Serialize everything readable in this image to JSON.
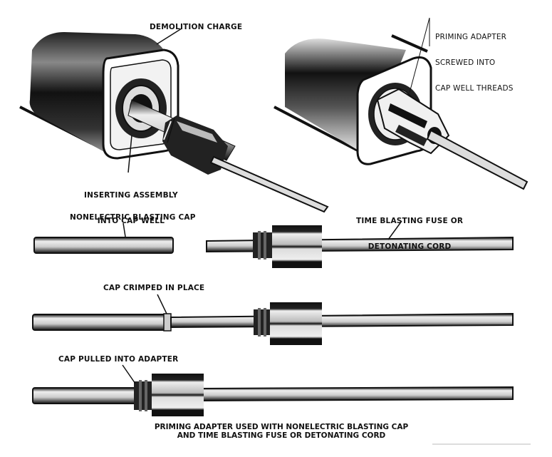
{
  "figure": {
    "labels": {
      "demolition_charge": "DEMOLITION CHARGE",
      "inserting_assembly": [
        "INSERTING ASSEMBLY",
        "INTO CAP WELL"
      ],
      "priming_adapter_screwed": [
        "PRIMING ADAPTER",
        "SCREWED INTO",
        "CAP WELL THREADS"
      ],
      "time_fuse": [
        "TIME BLASTING FUSE OR",
        "DETONATING CORD"
      ],
      "nonelectric_cap": "NONELECTRIC BLASTING CAP",
      "cap_crimped": "CAP CRIMPED IN PLACE",
      "cap_pulled": "CAP PULLED INTO ADAPTER"
    },
    "caption": [
      "PRIMING ADAPTER USED WITH NONELECTRIC BLASTING CAP",
      "AND TIME BLASTING FUSE OR DETONATING CORD"
    ],
    "colors": {
      "ink": "#111111",
      "paper": "#ffffff",
      "mid_gray": "#9a9a9a",
      "light_gray": "#d8d8d8"
    }
  }
}
